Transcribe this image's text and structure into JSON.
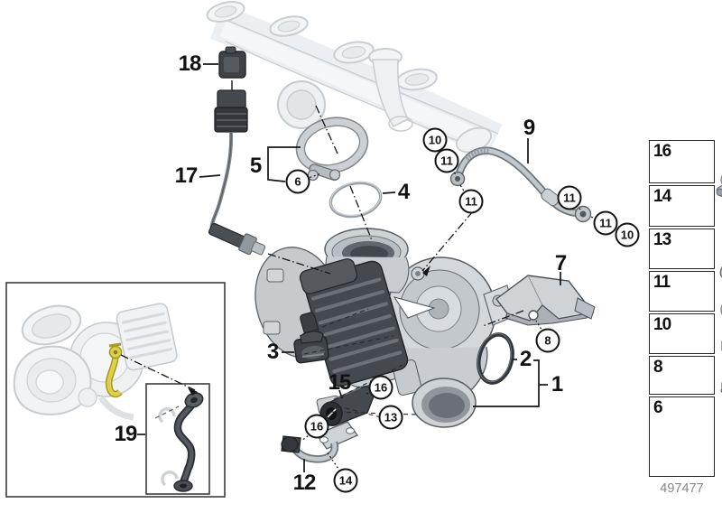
{
  "callouts": {
    "plain": [
      {
        "label": "18"
      },
      {
        "label": "17"
      },
      {
        "label": "5"
      },
      {
        "label": "4"
      },
      {
        "label": "9"
      },
      {
        "label": "7"
      },
      {
        "label": "2"
      },
      {
        "label": "1"
      },
      {
        "label": "3"
      },
      {
        "label": "15"
      },
      {
        "label": "12"
      },
      {
        "label": "19"
      }
    ],
    "circled": [
      {
        "label": "6"
      },
      {
        "label": "10"
      },
      {
        "label": "11"
      },
      {
        "label": "11"
      },
      {
        "label": "11"
      },
      {
        "label": "11"
      },
      {
        "label": "10"
      },
      {
        "label": "8"
      },
      {
        "label": "16"
      },
      {
        "label": "13"
      },
      {
        "label": "16"
      },
      {
        "label": "14"
      }
    ]
  },
  "sidebar": {
    "items": [
      {
        "number": "16",
        "icon": "hose-clamp-icon"
      },
      {
        "number": "14",
        "icon": "flange-bolt-icon"
      },
      {
        "number": "13",
        "icon": "gasket-icon"
      },
      {
        "number": "11",
        "icon": "sealing-washer-icon"
      },
      {
        "number": "10",
        "icon": "banjo-bolt-icon"
      },
      {
        "number": "8",
        "icon": "hex-bolt-icon"
      },
      {
        "number": "6",
        "icon": "long-hex-bolt-icon"
      }
    ]
  },
  "footer": {
    "drawing_number": "497477"
  }
}
